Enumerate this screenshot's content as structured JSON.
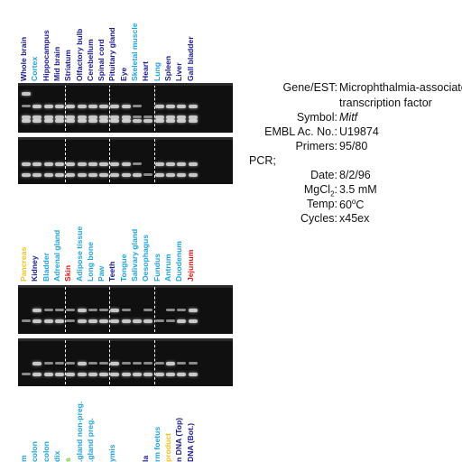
{
  "gel_top": {
    "lanes": [
      {
        "label": "Whole brain",
        "color": "#1a1a8c"
      },
      {
        "label": "Cortex",
        "color": "#21a3d8"
      },
      {
        "label": "Hippocampus",
        "color": "#1a1a8c"
      },
      {
        "label": "Mid brain",
        "color": "#1a1a8c"
      },
      {
        "label": "Striatum",
        "color": "#1a1a8c"
      },
      {
        "label": "Olfactory bulb",
        "color": "#1a1a8c"
      },
      {
        "label": "Cerebellum",
        "color": "#1a1a8c"
      },
      {
        "label": "Spinal cord",
        "color": "#1a1a8c"
      },
      {
        "label": "Pituitary gland",
        "color": "#1a1a8c"
      },
      {
        "label": "Eye",
        "color": "#1a1a8c"
      },
      {
        "label": "Skeletal muscle",
        "color": "#21a3d8"
      },
      {
        "label": "Heart",
        "color": "#1a1a8c"
      },
      {
        "label": "Lung",
        "color": "#21a3d8"
      },
      {
        "label": "Spleen",
        "color": "#1a1a8c"
      },
      {
        "label": "Liver",
        "color": "#1a1a8c"
      },
      {
        "label": "Gall bladder",
        "color": "#1a1a8c"
      }
    ],
    "dividers_after": [
      4,
      8,
      12
    ]
  },
  "gel_middle": {
    "lanes": [
      {
        "label": "Pancreas",
        "color": "#f2c21a"
      },
      {
        "label": "Kidney",
        "color": "#1a1a8c"
      },
      {
        "label": "Bladder",
        "color": "#21a3d8"
      },
      {
        "label": "Adrenal gland",
        "color": "#21a3d8"
      },
      {
        "label": "Skin",
        "color": "#d91a1a"
      },
      {
        "label": "Adipose tissue",
        "color": "#21a3d8"
      },
      {
        "label": "Long bone",
        "color": "#21a3d8"
      },
      {
        "label": "Paw",
        "color": "#21a3d8"
      },
      {
        "label": "Teeth",
        "color": "#1a1a8c"
      },
      {
        "label": "Tongue",
        "color": "#21a3d8"
      },
      {
        "label": "Salivary gland",
        "color": "#21a3d8"
      },
      {
        "label": "Oesophagus",
        "color": "#21a3d8"
      },
      {
        "label": "Fundus",
        "color": "#21a3d8"
      },
      {
        "label": "Antrum",
        "color": "#21a3d8"
      },
      {
        "label": "Duodenum",
        "color": "#21a3d8"
      },
      {
        "label": "Jejunum",
        "color": "#d91a1a"
      }
    ],
    "dividers_after": [
      4,
      8,
      12
    ]
  },
  "gel_bottom_partial_labels": [
    {
      "label": "m",
      "color": "#21a3d8"
    },
    {
      "label": "colon",
      "color": "#21a3d8"
    },
    {
      "label": "colon",
      "color": "#21a3d8"
    },
    {
      "label": "dix",
      "color": "#21a3d8"
    },
    {
      "label": "s",
      "color": "#6fbf2a"
    },
    {
      "label": ".gland non-preg.",
      "color": "#21a3d8"
    },
    {
      "label": ".gland preg.",
      "color": "#21a3d8"
    },
    {
      "label": "",
      "color": "#21a3d8"
    },
    {
      "label": "ymis",
      "color": "#21a3d8"
    },
    {
      "label": "",
      "color": "#21a3d8"
    },
    {
      "label": "",
      "color": "#21a3d8"
    },
    {
      "label": "la",
      "color": "#1a1a8c"
    },
    {
      "label": "rm foetus",
      "color": "#21a3d8"
    },
    {
      "label": "product",
      "color": "#f2c21a"
    },
    {
      "label": "n DNA (Top)",
      "color": "#1a1a8c"
    },
    {
      "label": "DNA (Bot.)",
      "color": "#1a1a8c"
    }
  ],
  "info": {
    "gene_key": "Gene/EST:",
    "gene_val_1": "Microphthalmia-associated",
    "gene_val_2": "transcription factor",
    "symbol_key": "Symbol:",
    "symbol_val": "Mitf",
    "embl_key": "EMBL Ac. No.:",
    "embl_val": "U19874",
    "primers_key": "Primers:",
    "primers_val": "95/80",
    "pcr_label": "PCR;",
    "date_key": "Date:",
    "date_val": "8/2/96",
    "mgcl_key_main": "MgCl",
    "mgcl_key_sub": "2",
    "mgcl_key_colon": ":",
    "mgcl_val": "3.5 mM",
    "temp_key": "Temp:",
    "temp_val_num": "60",
    "temp_val_sup": "o",
    "temp_val_unit": "C",
    "cycles_key": "Cycles:",
    "cycles_val": "x45ex"
  }
}
